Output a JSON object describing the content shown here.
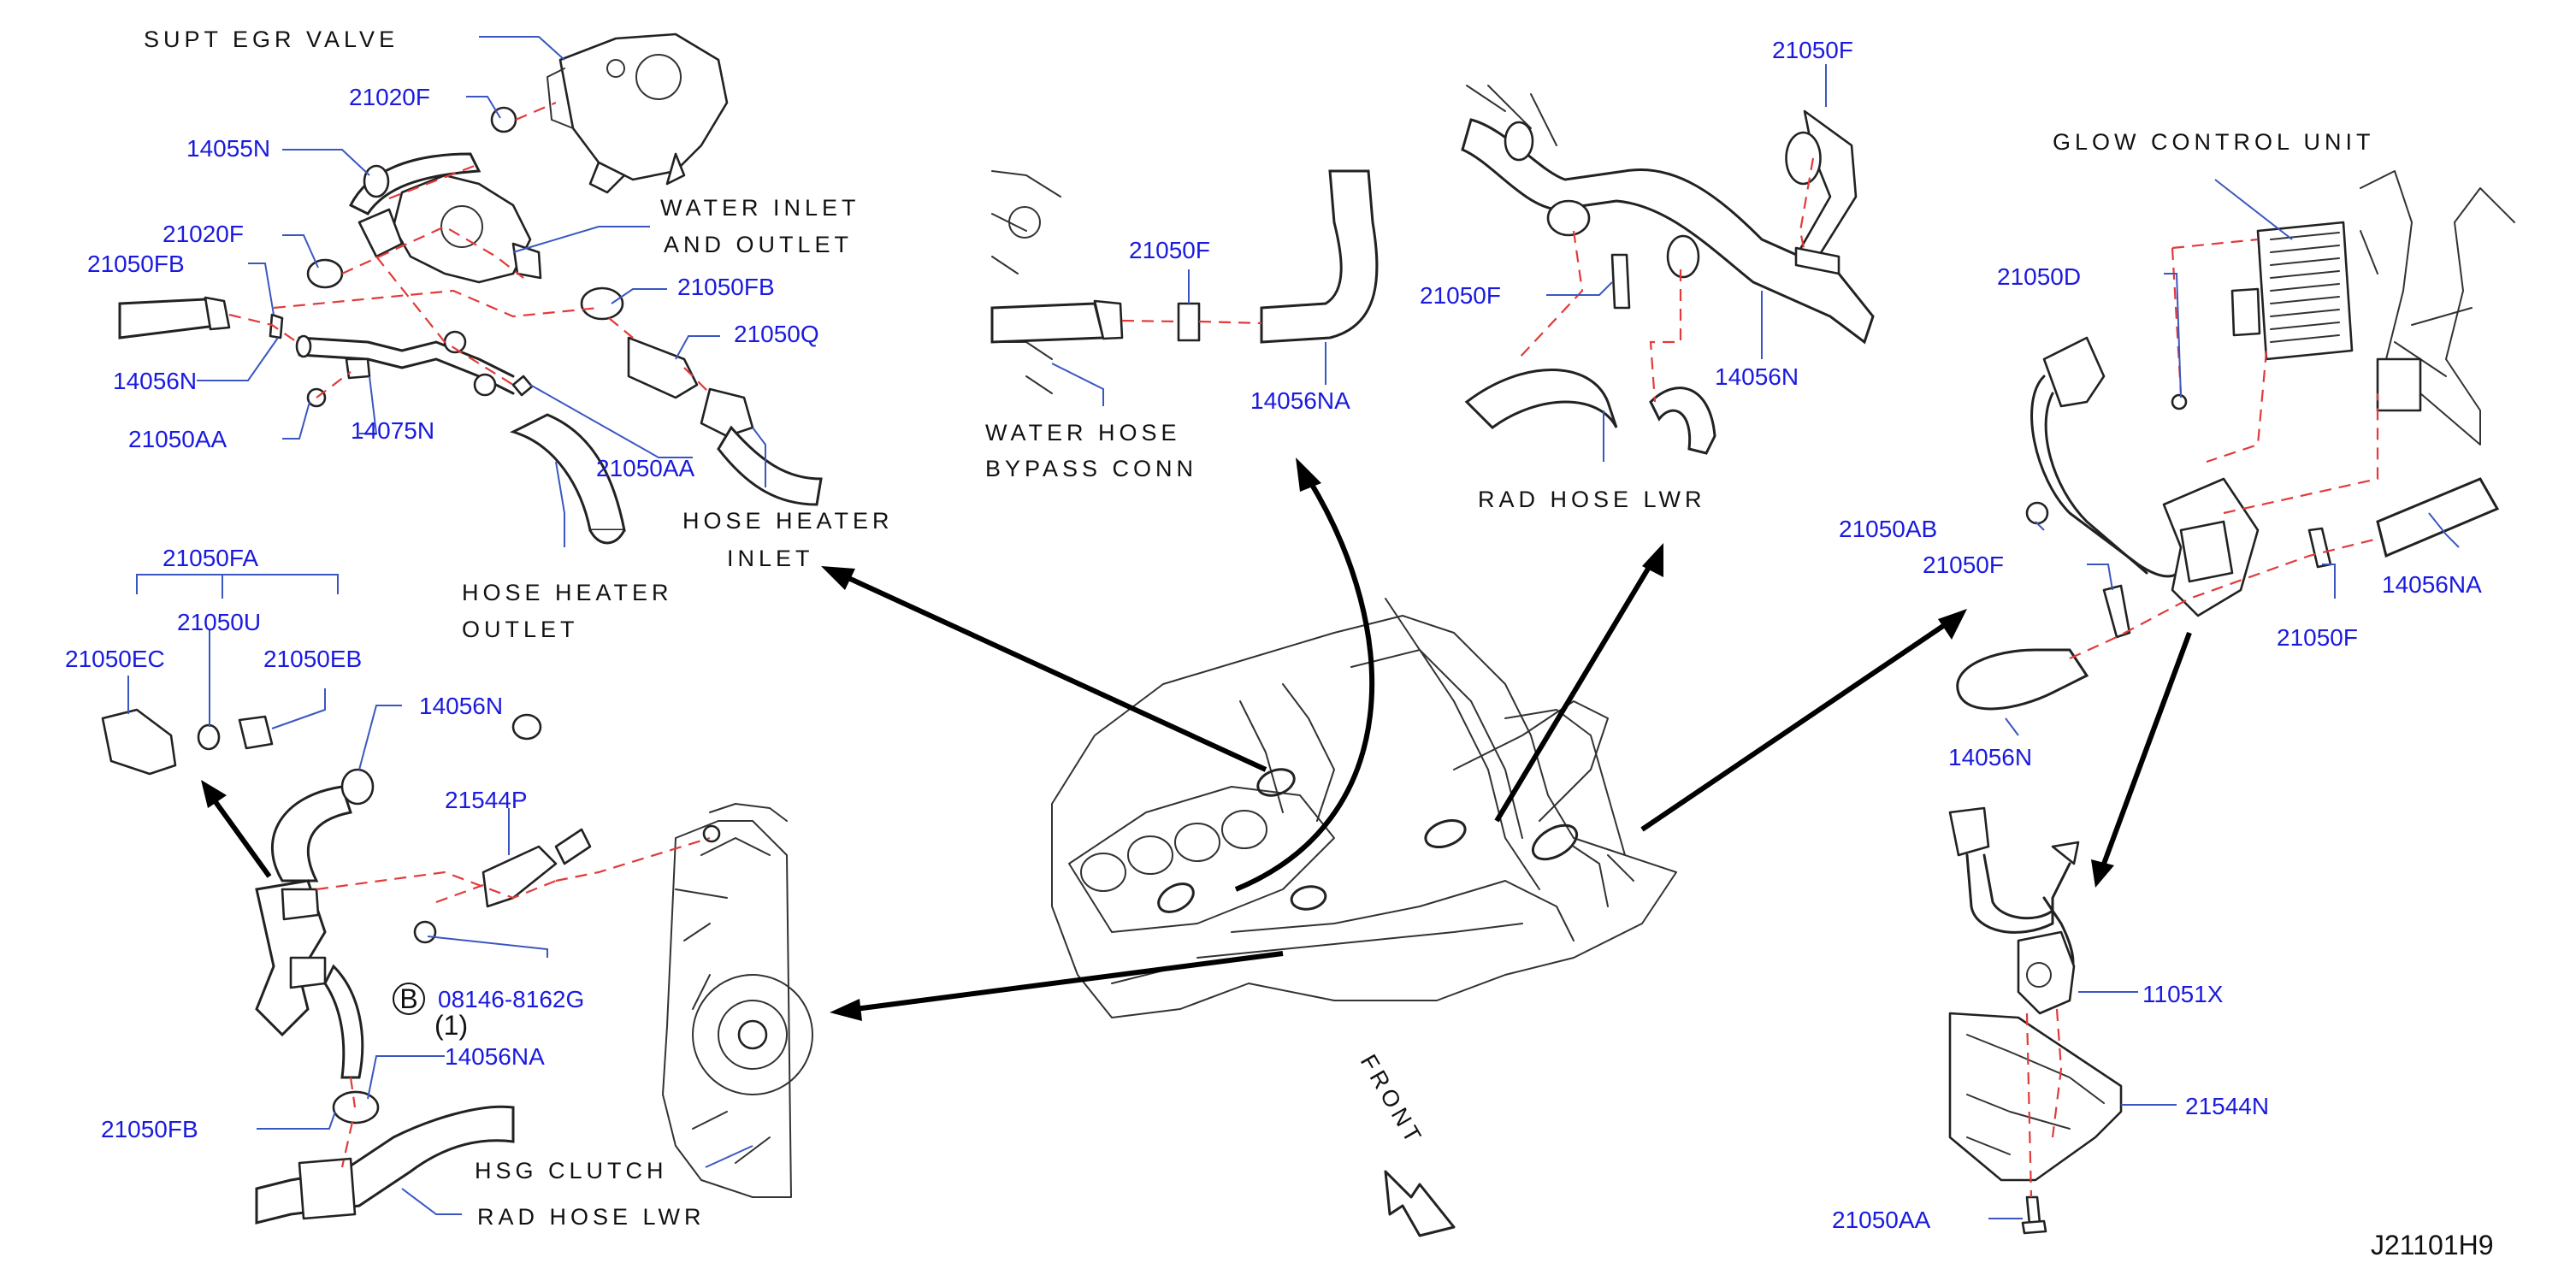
{
  "diagram_id": "J21101H9",
  "front_label": "FRONT",
  "bolt_marker": "B",
  "descriptions": {
    "supt_egr_valve": "SUPT EGR VALVE",
    "water_inlet_1": "WATER INLET",
    "water_inlet_2": "AND OUTLET",
    "hose_heater_inlet_1": "HOSE HEATER",
    "hose_heater_inlet_2": "INLET",
    "hose_heater_outlet_1": "HOSE HEATER",
    "hose_heater_outlet_2": "OUTLET",
    "water_hose_bypass_1": "WATER HOSE",
    "water_hose_bypass_2": "BYPASS CONN",
    "rad_hose_lwr_top": "RAD HOSE LWR",
    "glow_control_unit": "GLOW CONTROL UNIT",
    "hsg_clutch": "HSG CLUTCH",
    "rad_hose_lwr_bottom": "RAD HOSE LWR"
  },
  "parts": {
    "p_21020F_a": "21020F",
    "p_14055N": "14055N",
    "p_21020F_b": "21020F",
    "p_21050FB_a": "21050FB",
    "p_21050FB_b": "21050FB",
    "p_21050Q": "21050Q",
    "p_14056N_a": "14056N",
    "p_21050AA_a": "21050AA",
    "p_14075N": "14075N",
    "p_21050AA_b": "21050AA",
    "p_21050F_mid": "21050F",
    "p_14056NA_mid": "14056NA",
    "p_21050F_top": "21050F",
    "p_21050F_tr": "21050F",
    "p_14056N_tr": "14056N",
    "p_21050D": "21050D",
    "p_21050AB": "21050AB",
    "p_21050F_r1": "21050F",
    "p_14056NA_r": "14056NA",
    "p_21050F_r2": "21050F",
    "p_14056N_r": "14056N",
    "p_21050FA": "21050FA",
    "p_21050U": "21050U",
    "p_21050EC": "21050EC",
    "p_21050EB": "21050EB",
    "p_14056N_bl": "14056N",
    "p_21544P": "21544P",
    "p_08146": "08146-8162G",
    "p_qty": "(1)",
    "p_14056NA_bl": "14056NA",
    "p_21050FB_bl": "21050FB",
    "p_11051X": "11051X",
    "p_21544N": "21544N",
    "p_21050AA_br": "21050AA"
  },
  "colors": {
    "part_number": "#1a1adf",
    "description": "#111111",
    "leader_line": "#3a57c0",
    "phantom_line": "#e23a3a",
    "arrow": "#000000"
  }
}
